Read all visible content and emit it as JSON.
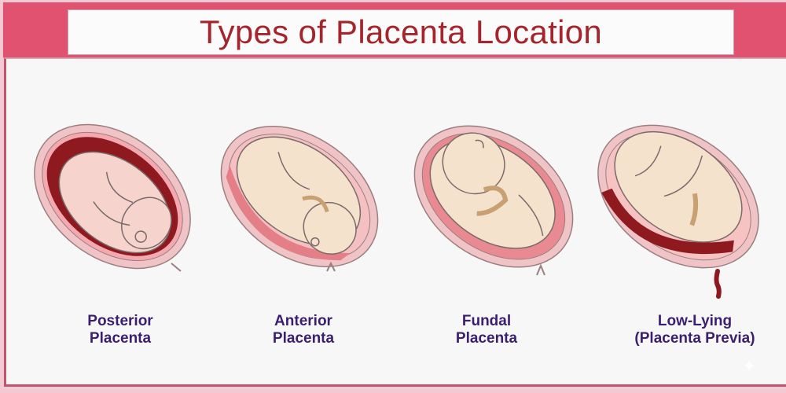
{
  "header": {
    "title": "Types of Placenta Location"
  },
  "colors": {
    "frame": "#f3c9d3",
    "header_band": "#e0526f",
    "title_text": "#a6242c",
    "caption_text": "#3b1f6e",
    "panel_border": "#c2546f",
    "placenta": "#8e1a1f",
    "uterus_wall": "#f0c4c6",
    "amniotic": "#e9888e",
    "fetus_skin_pink": "#f6d4cd",
    "fetus_skin_beige": "#f4e2cc"
  },
  "diagrams": [
    {
      "id": "posterior",
      "caption_line1": "Posterior",
      "caption_line2": "Placenta",
      "placenta_position": "posterior (back wall, large dark lining)"
    },
    {
      "id": "anterior",
      "caption_line1": "Anterior",
      "caption_line2": "Placenta",
      "placenta_position": "anterior (front wall, lower-left band)"
    },
    {
      "id": "fundal",
      "caption_line1": "Fundal",
      "caption_line2": "Placenta",
      "placenta_position": "fundal (top of uterus)"
    },
    {
      "id": "low-lying",
      "caption_line1": "Low-Lying",
      "caption_line2": "(Placenta Previa)",
      "placenta_position": "low-lying over cervix, with bleeding drip"
    }
  ],
  "decorations": {
    "sparkle_icon": "✦"
  }
}
